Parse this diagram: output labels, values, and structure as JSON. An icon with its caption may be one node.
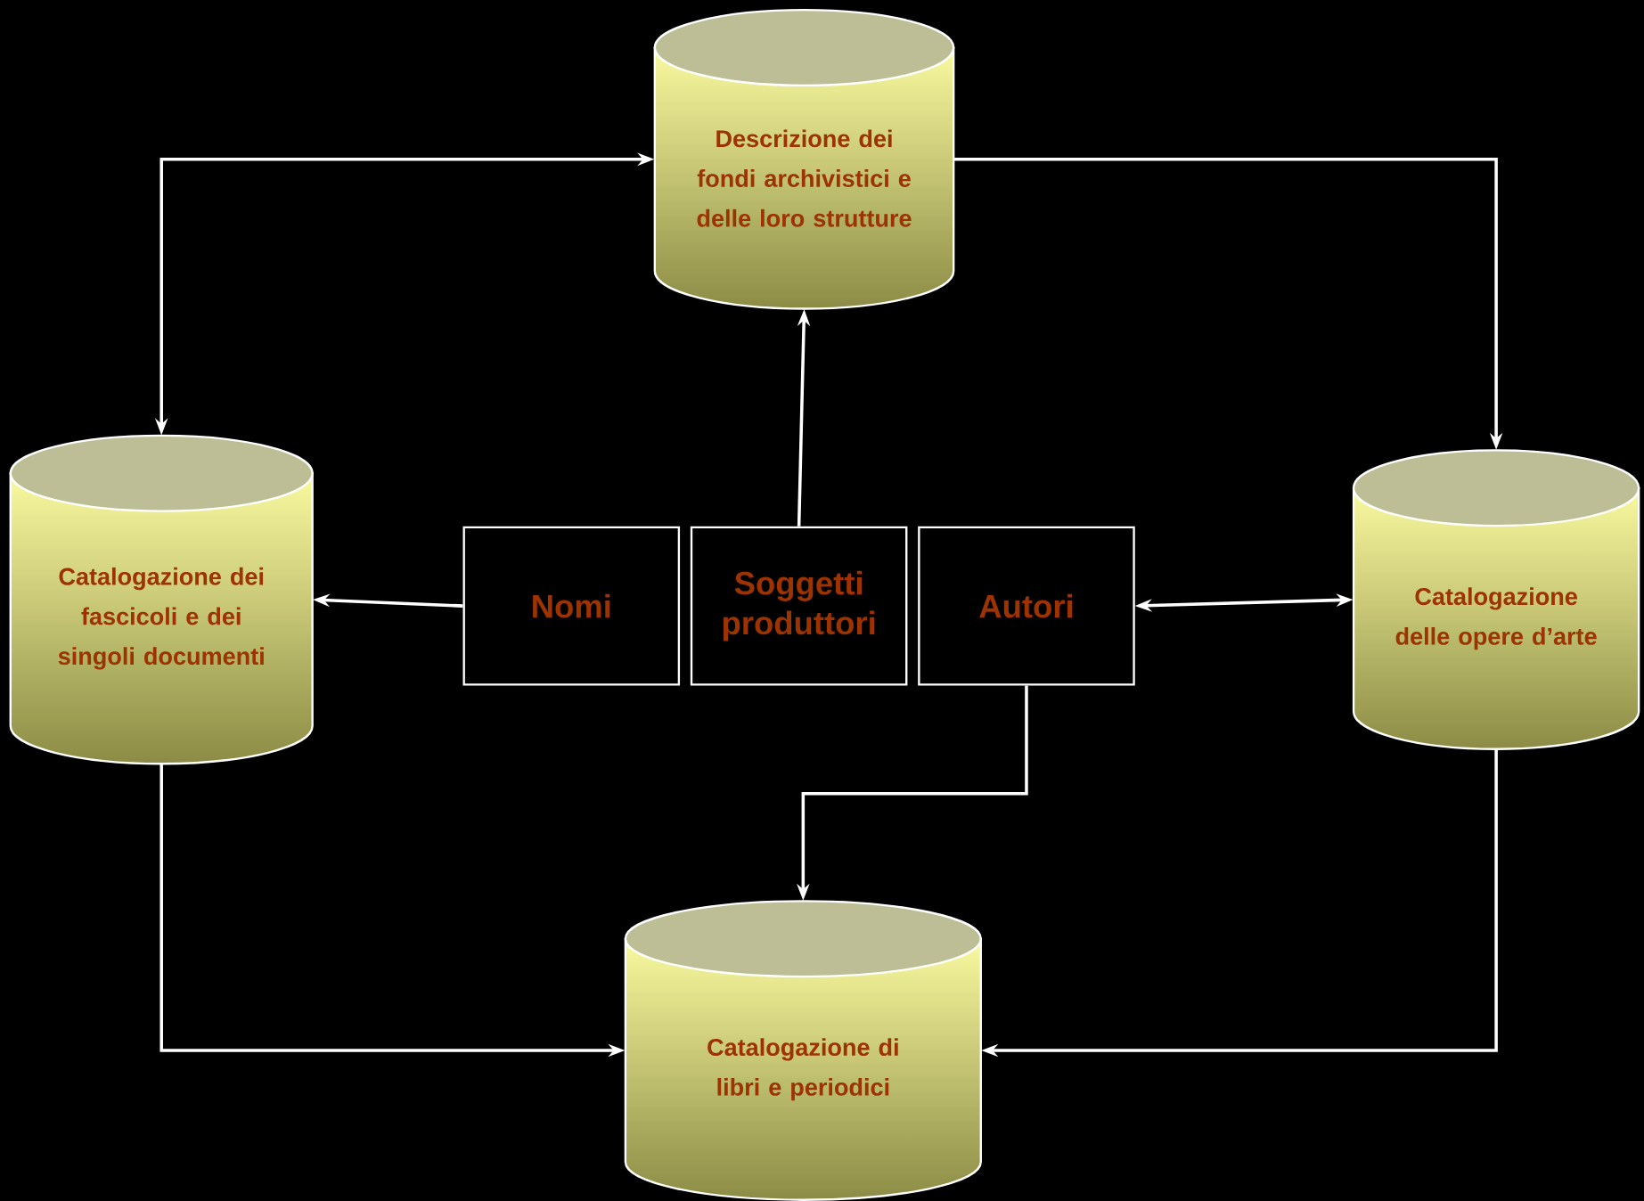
{
  "diagram": {
    "nodes": [
      {
        "text": [
          "Descrizione dei fondi archivistici e delle loro strutture"
        ]
      },
      {
        "text": [
          "Catalogazione dei fascicoli e dei singoli documenti"
        ]
      },
      {
        "text": [
          "Nomi"
        ]
      },
      {
        "text": [
          "Soggetti produttori"
        ]
      },
      {
        "text": [
          "Autori"
        ]
      },
      {
        "text": [
          "Catalogazione delle opere d’arte"
        ]
      },
      {
        "text": [
          "Catalogazione di libri e periodici"
        ]
      }
    ],
    "edges": [
      {
        "from": 1,
        "to": 0,
        "arrow": "both"
      },
      {
        "from": 0,
        "to": 5,
        "arrow": "to"
      },
      {
        "from": 2,
        "to": 1,
        "arrow": "to"
      },
      {
        "from": 3,
        "to": 0,
        "arrow": "to"
      },
      {
        "from": 4,
        "to": 5,
        "arrow": "both"
      },
      {
        "from": 4,
        "to": 6,
        "arrow": "to"
      },
      {
        "from": 1,
        "to": 6,
        "arrow": "to"
      },
      {
        "from": 5,
        "to": 6,
        "arrow": "to"
      }
    ]
  }
}
